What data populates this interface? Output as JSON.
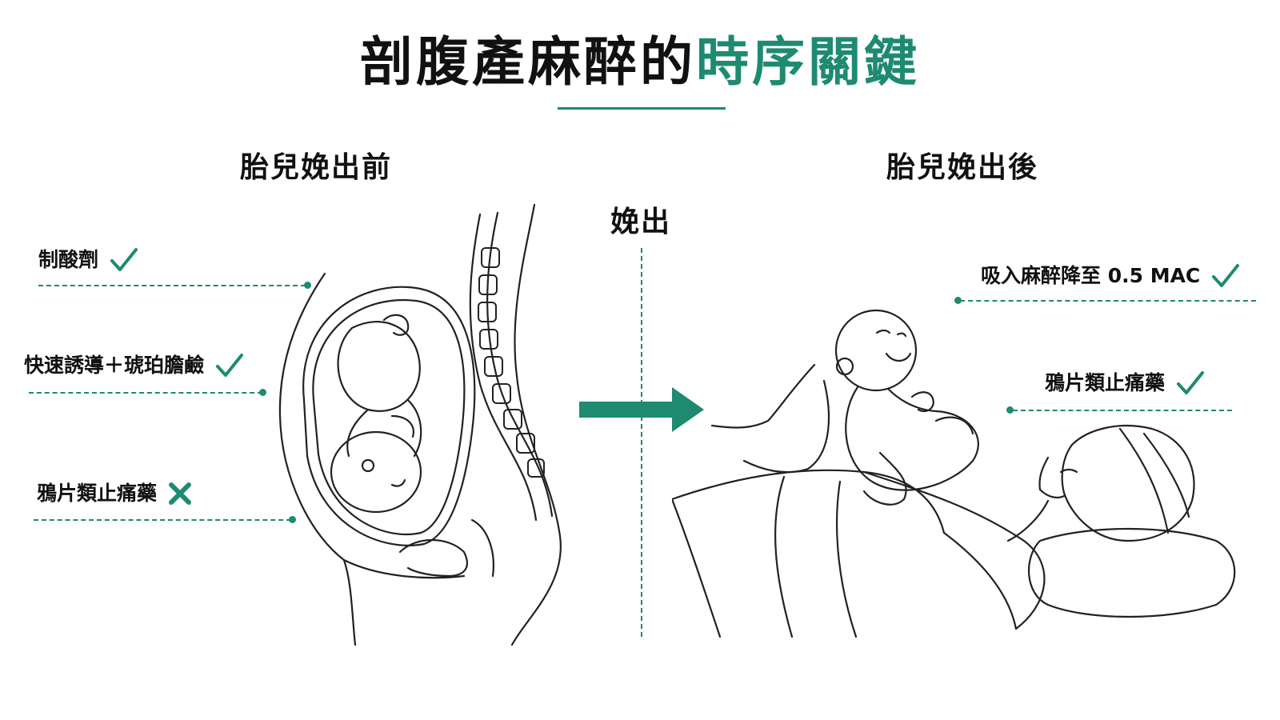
{
  "title": {
    "main": "剖腹產麻醉的",
    "accent": "時序關鍵"
  },
  "phases": {
    "before": "胎兒娩出前",
    "delivery": "娩出",
    "after": "胎兒娩出後"
  },
  "before_items": [
    {
      "label": "制酸劑",
      "status": "check"
    },
    {
      "label": "快速誘導＋琥珀膽鹼",
      "status": "check"
    },
    {
      "label": "鴉片類止痛藥",
      "status": "cross"
    }
  ],
  "after_items": [
    {
      "label": "吸入麻醉降至 0.5 MAC",
      "status": "check"
    },
    {
      "label": "鴉片類止痛藥",
      "status": "check"
    }
  ],
  "colors": {
    "accent": "#1e8a72",
    "ink": "#111111",
    "line": "#222222"
  },
  "icons": {
    "check": "check-icon",
    "cross": "cross-icon",
    "arrow": "arrow-right-icon"
  }
}
